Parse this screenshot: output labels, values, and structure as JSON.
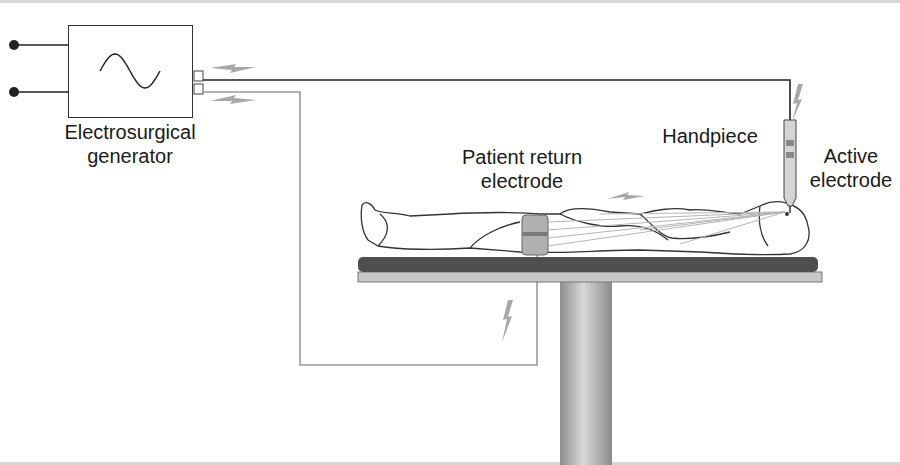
{
  "diagram": {
    "nodes": [
      {
        "text": [
          "Electrosurgical generator"
        ]
      }
    ],
    "labels": [
      "Handpiece",
      "Patient return electrode",
      "Active electrode"
    ]
  }
}
